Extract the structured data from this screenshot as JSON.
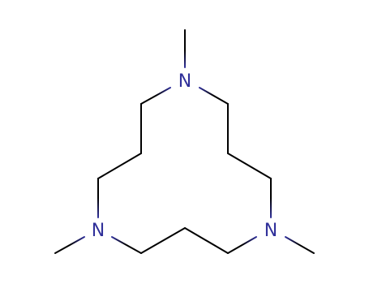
{
  "molecule": {
    "atoms": [
      {
        "id": "n1",
        "label": "N"
      },
      {
        "id": "n2",
        "label": "N"
      },
      {
        "id": "n3",
        "label": "N"
      }
    ],
    "colors": {
      "bond": "#000000",
      "nitrogen": "#30309a",
      "background": "#ffffff"
    }
  }
}
